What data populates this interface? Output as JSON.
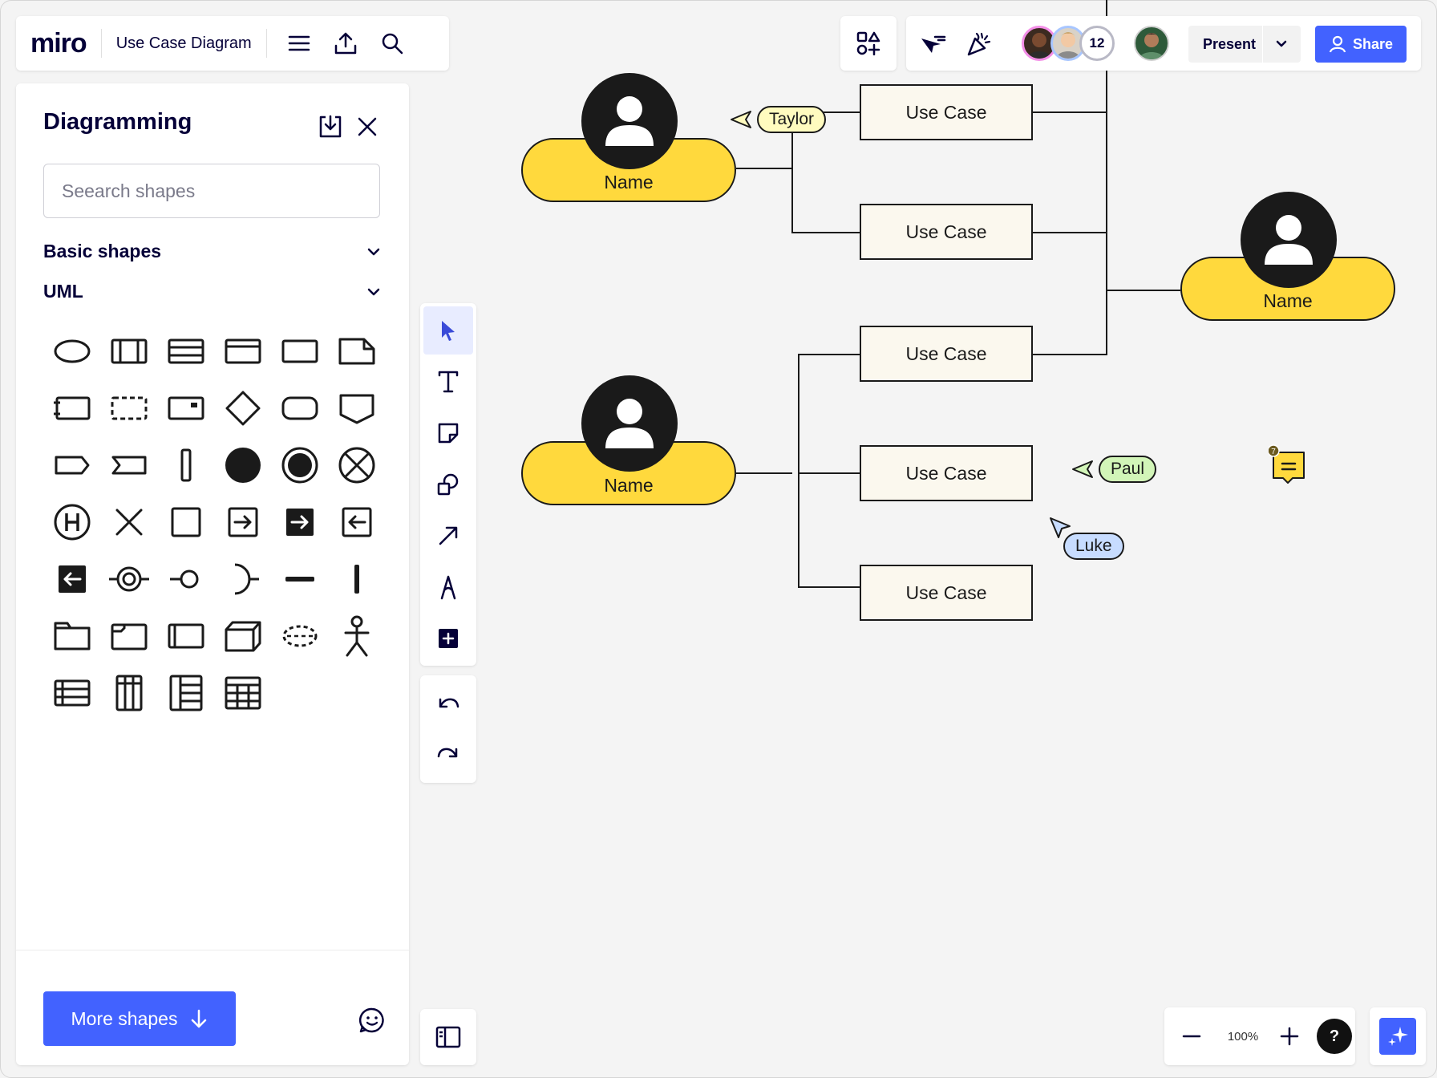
{
  "app": {
    "logo": "miro",
    "board_title": "Use Case Diagram"
  },
  "topbar": {
    "collaborator_count": "12",
    "present_label": "Present",
    "share_label": "Share"
  },
  "shapes_panel": {
    "title": "Diagramming",
    "search_placeholder": "Seearch shapes",
    "sections": {
      "basic": "Basic shapes",
      "uml": "UML"
    },
    "more_shapes_label": "More shapes"
  },
  "canvas": {
    "actors": [
      {
        "name": "Name"
      },
      {
        "name": "Name"
      },
      {
        "name": "Name"
      }
    ],
    "use_cases": [
      "Use Case",
      "Use Case",
      "Use Case",
      "Use Case",
      "Use Case"
    ],
    "cursors": [
      {
        "name": "Taylor",
        "color": "#fffbbf"
      },
      {
        "name": "Paul",
        "color": "#d2f5b8"
      },
      {
        "name": "Luke",
        "color": "#c7dcff"
      }
    ],
    "comment_count": "7"
  },
  "zoom": {
    "level": "100%"
  },
  "colors": {
    "accent": "#4262ff",
    "actor_fill": "#ffd93d",
    "use_case_fill": "#fbf8ee",
    "comment": "#ffd93d"
  }
}
